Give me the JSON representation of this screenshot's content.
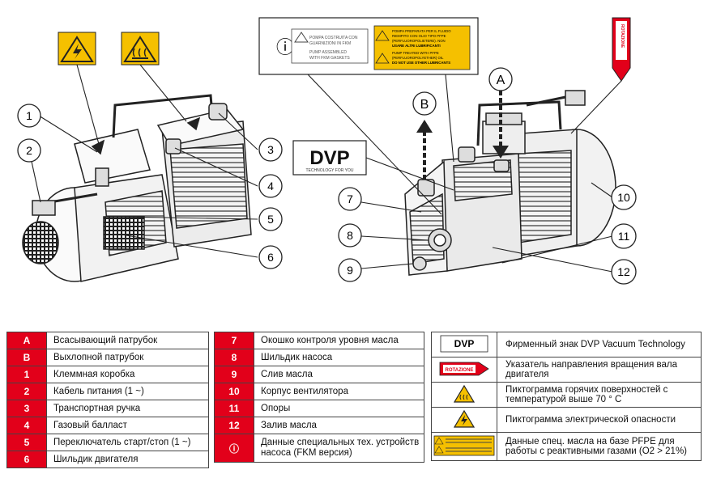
{
  "colors": {
    "accent_red": "#e2001a",
    "warning_yellow": "#f5c000",
    "line": "#222222"
  },
  "figure": {
    "callouts": [
      "1",
      "2",
      "3",
      "4",
      "5",
      "6",
      "7",
      "8",
      "9",
      "10",
      "11",
      "12"
    ],
    "letters": [
      "A",
      "B"
    ],
    "brand_logo": {
      "text": "DVP",
      "tagline": "TECHNOLOGY FOR YOU"
    },
    "info_symbol": "ⓘ",
    "info_label_text": [
      "POMPA COSTRUITA CON",
      "GUARNIZIONI IN FKM",
      "PUMP ASSEMBLED",
      "WITH FKM GASKETS"
    ],
    "oil_label_text": [
      "POMPA PREPARATA PER IL FLUIDO",
      "RIEMPITO CON OLIO TIPO PFPE",
      "(PERFLUOROPOLIETERE). NON",
      "USARE ALTRI LUBRIFICANTI",
      "PUMP TREATED WITH PFPE",
      "(PERFLUOROPOLYETHER) OIL",
      "DO NOT USE OTHER LUBRICANTS"
    ],
    "rotation_label": "ROTAZIONE",
    "icons": [
      "electric-warning-icon",
      "hot-surface-warning-icon"
    ]
  },
  "legend_left": [
    {
      "code": "A",
      "text": "Всасывающий патрубок"
    },
    {
      "code": "B",
      "text": "Выхлопной патрубок"
    },
    {
      "code": "1",
      "text": "Клеммная коробка"
    },
    {
      "code": "2",
      "text": "Кабель питания (1 ~)"
    },
    {
      "code": "3",
      "text": "Транспортная ручка"
    },
    {
      "code": "4",
      "text": "Газовый балласт"
    },
    {
      "code": "5",
      "text": "Переключатель старт/стоп (1 ~)"
    },
    {
      "code": "6",
      "text": "Шильдик двигателя"
    }
  ],
  "legend_mid": [
    {
      "code": "7",
      "text": "Окошко контроля уровня масла"
    },
    {
      "code": "8",
      "text": "Шильдик насоса"
    },
    {
      "code": "9",
      "text": "Слив масла"
    },
    {
      "code": "10",
      "text": "Корпус вентилятора"
    },
    {
      "code": "11",
      "text": "Опоры"
    },
    {
      "code": "12",
      "text": "Залив масла"
    },
    {
      "code": "ⓘ",
      "text": "Данные специальных тех. устройств насоса (FKM версия)"
    }
  ],
  "legend_right": [
    {
      "icon": "dvp-logo-icon",
      "text": "Фирменный знак  DVP Vacuum Technology"
    },
    {
      "icon": "rotation-arrow-icon",
      "icon_text": "ROTAZIONE",
      "text": "Указатель направления вращения вала двигателя"
    },
    {
      "icon": "hot-surface-warning-icon",
      "text": "Пиктограмма горячих поверхностей с температурой выше 70 ° C"
    },
    {
      "icon": "electric-warning-icon",
      "text": "Пиктограмма электрической опасности"
    },
    {
      "icon": "pfpe-oil-label-icon",
      "text": "Данные спец. масла на базе PFPE для работы с реактивными  газами  (O2 > 21%)"
    }
  ]
}
